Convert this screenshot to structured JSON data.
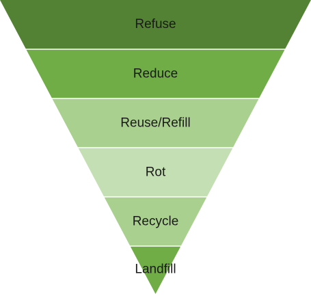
{
  "diagram": {
    "tiers": [
      {
        "label": "Refuse",
        "color": "#548235"
      },
      {
        "label": "Reduce",
        "color": "#70ad47"
      },
      {
        "label": "Reuse/Refill",
        "color": "#a9d08e"
      },
      {
        "label": "Rot",
        "color": "#c5dfb4"
      },
      {
        "label": "Recycle",
        "color": "#a9d08e"
      },
      {
        "label": "Landfill",
        "color": "#70ad47"
      }
    ],
    "divider_color": "#ffffff"
  }
}
